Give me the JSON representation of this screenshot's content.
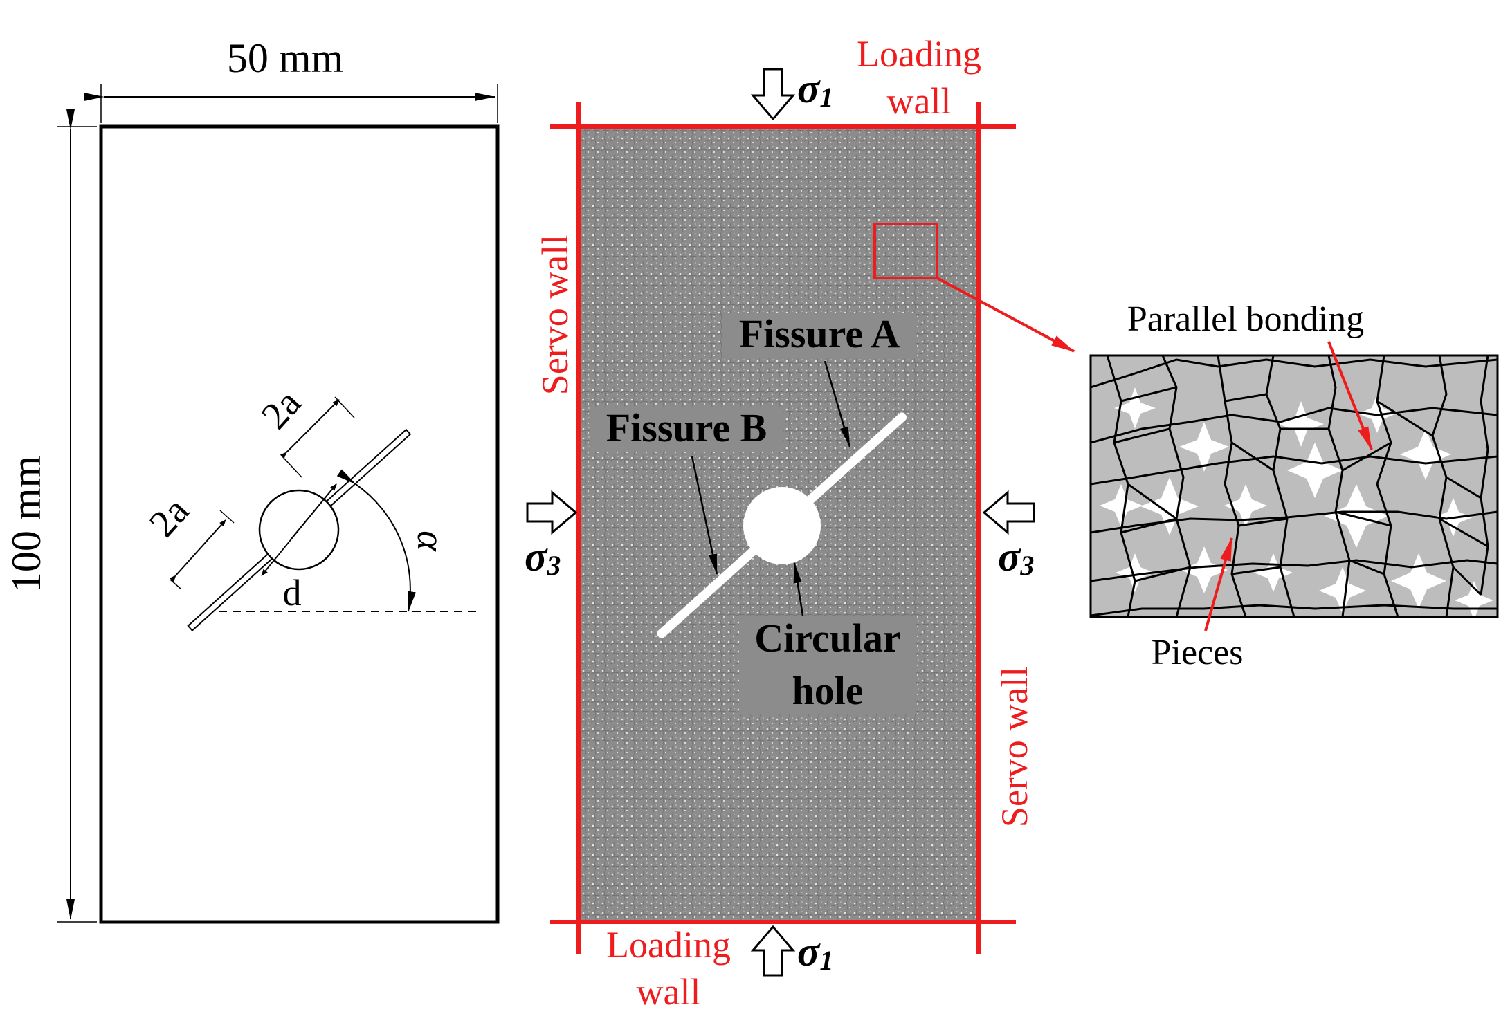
{
  "left_schematic": {
    "width_label": "50 mm",
    "height_label": "100 mm",
    "fissure_length_upper": "2a",
    "fissure_length_lower": "2a",
    "hole_diameter": "d",
    "angle": "α"
  },
  "numerical_model": {
    "top_wall_line1": "Loading",
    "top_wall_line2": "wall",
    "bottom_wall_line1": "Loading",
    "bottom_wall_line2": "wall",
    "left_wall": "Servo wall",
    "right_wall": "Servo wall",
    "sigma1_top": "σ",
    "sigma1_top_sub": "1",
    "sigma1_bottom": "σ",
    "sigma1_bottom_sub": "1",
    "sigma3_left": "σ",
    "sigma3_left_sub": "3",
    "sigma3_right": "σ",
    "sigma3_right_sub": "3",
    "fissure_a": "Fissure A",
    "fissure_b": "Fissure B",
    "hole_line1": "Circular",
    "hole_line2": "hole"
  },
  "detail_view": {
    "bonding_label": "Parallel bonding",
    "pieces_label": "Pieces"
  },
  "colors": {
    "wall": "#ee1c1c",
    "specimen": "#8f8f8f",
    "detail_fill": "#bdbdbd",
    "ink": "#000000"
  }
}
